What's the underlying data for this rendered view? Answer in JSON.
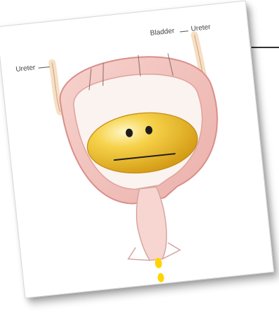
{
  "labels": {
    "ureter_left": "Ureter",
    "bladder": "Bladder",
    "ureter_right": "Ureter"
  },
  "colors": {
    "tissue_outer": "#f4c5c0",
    "tissue_line": "#d98f8a",
    "interior": "#fbf3f0",
    "urine": "#f2c531",
    "urine_dark": "#d8a315",
    "drop": "#ffd400"
  },
  "icons": {
    "face": "neutral-face-icon"
  }
}
